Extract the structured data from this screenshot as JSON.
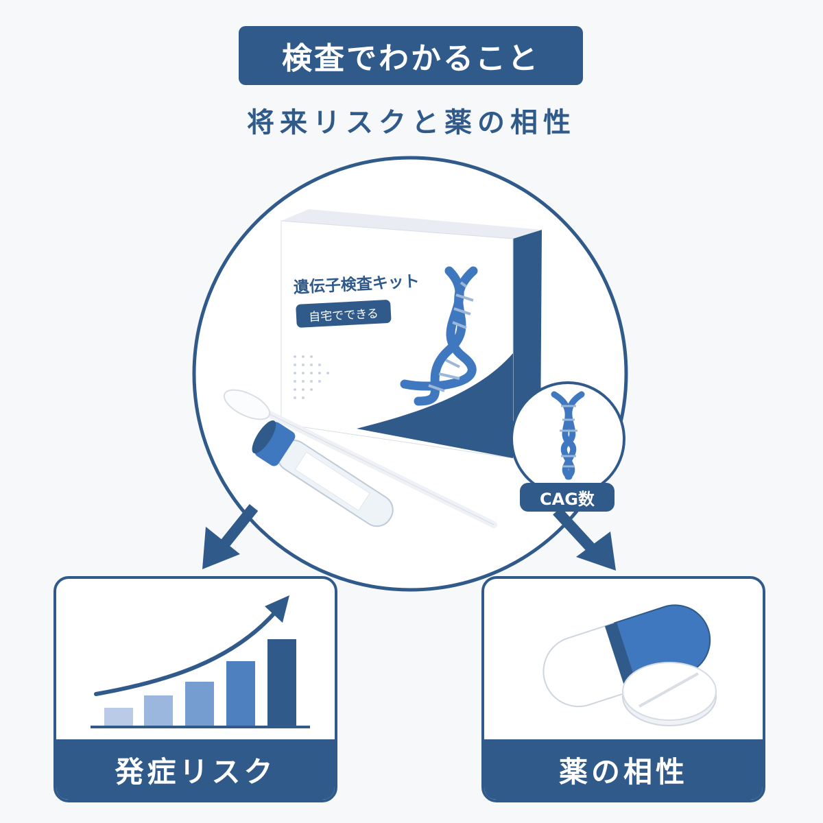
{
  "header": {
    "title": "検査でわかること",
    "subtitle": "将来リスクと薬の相性"
  },
  "kit": {
    "title": "遺伝子検査キット",
    "badge": "自宅でできる"
  },
  "marker": {
    "label": "CAG数"
  },
  "cards": {
    "risk_label": "発症リスク",
    "drug_label": "薬の相性"
  },
  "colors": {
    "primary": "#2f5a8a",
    "accent": "#3f78bf",
    "background": "#f7f8fa"
  }
}
